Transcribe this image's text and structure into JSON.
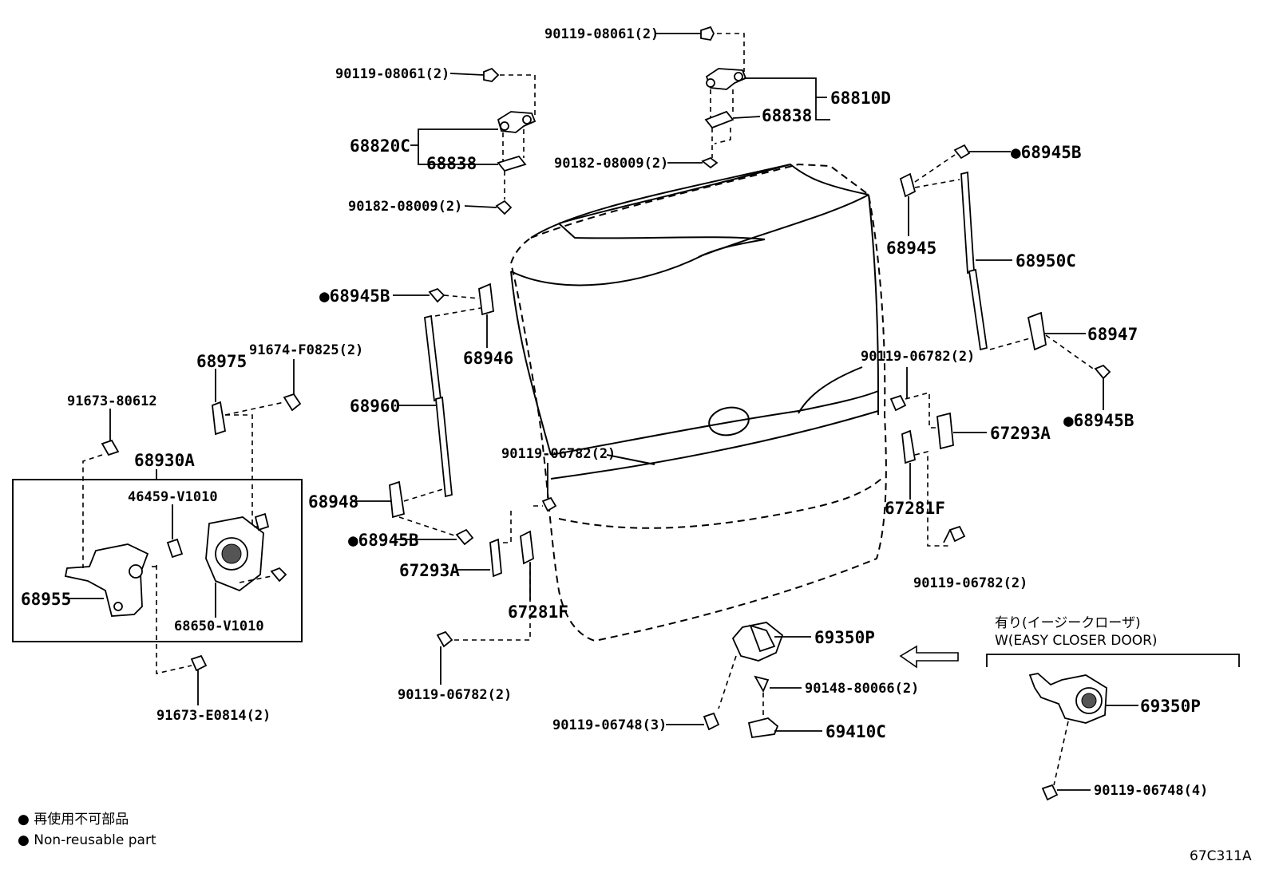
{
  "labels": {
    "l_90119_08061_top": "90119-08061(2)",
    "l_90119_08061_left": "90119-08061(2)",
    "l_68810D": "68810D",
    "l_68838_right": "68838",
    "l_68820C": "68820C",
    "l_68838_left": "68838",
    "l_90182_right": "90182-08009(2)",
    "l_90182_left": "90182-08009(2)",
    "l_68945B_top": "●68945B",
    "l_68945": "68945",
    "l_68950C": "68950C",
    "l_68945B_left": "●68945B",
    "l_68946": "68946",
    "l_68947": "68947",
    "l_90119_06782_upright": "90119-06782(2)",
    "l_68945B_right": "●68945B",
    "l_68975": "68975",
    "l_91674": "91674-F0825(2)",
    "l_91673_80612": "91673-80612",
    "l_68960": "68960",
    "l_67293A_right": "67293A",
    "l_68930A": "68930A",
    "l_90119_06782_center": "90119-06782(2)",
    "l_46459": "46459-V1010",
    "l_68948": "68948",
    "l_67281F_right": "67281F",
    "l_68945B_bottom": "●68945B",
    "l_67293A_left": "67293A",
    "l_68955": "68955",
    "l_90119_06782_lowright": "90119-06782(2)",
    "l_67281F_left": "67281F",
    "l_68650": "68650-V1010",
    "l_69350P_center": "69350P",
    "l_90119_06782_bottom": "90119-06782(2)",
    "l_90148": "90148-80066(2)",
    "l_90119_06748_3": "90119-06748(3)",
    "l_69410C": "69410C",
    "l_91673_E0814": "91673-E0814(2)",
    "l_69350P_right": "69350P",
    "l_90119_06748_4": "90119-06748(4)"
  },
  "option_box": {
    "japanese": "有り(イージークローザ)",
    "english": "W(EASY CLOSER DOOR)"
  },
  "legend": {
    "japanese": "● 再使用不可部品",
    "english": "● Non-reusable part"
  },
  "figure_code": "67C311A"
}
